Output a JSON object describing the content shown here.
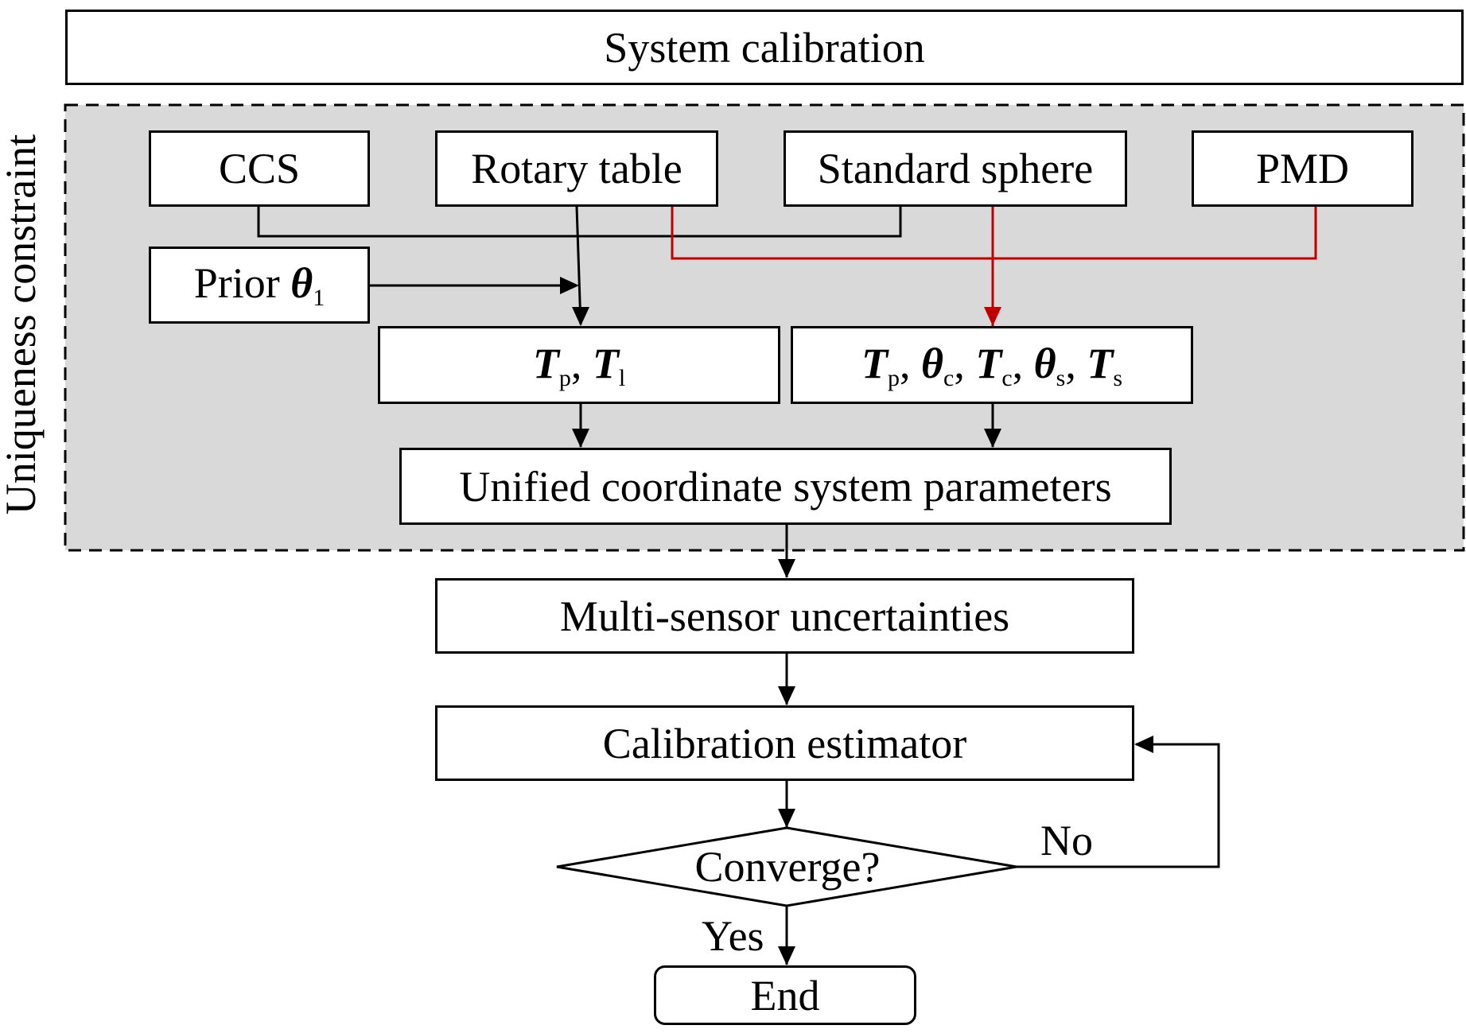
{
  "title": "System calibration",
  "side_label": "Uniqueness constraint",
  "sources": {
    "ccs": "CCS",
    "rotary_table": "Rotary table",
    "standard_sphere": "Standard sphere",
    "pmd": "PMD"
  },
  "prior": {
    "text": "Prior ",
    "symbol": "θ",
    "sub": "1"
  },
  "param_box_left": [
    {
      "sym": "T",
      "sub": "p",
      "sep": ", "
    },
    {
      "sym": "T",
      "sub": "l",
      "sep": ""
    }
  ],
  "param_box_right": [
    {
      "sym": "T",
      "sub": "p",
      "sep": ", "
    },
    {
      "sym": "θ",
      "sub": "c",
      "sep": ", "
    },
    {
      "sym": "T",
      "sub": "c",
      "sep": ", "
    },
    {
      "sym": "θ",
      "sub": "s",
      "sep": ", "
    },
    {
      "sym": "T",
      "sub": "s",
      "sep": ""
    }
  ],
  "unified": "Unified coordinate system parameters",
  "uncertainties": "Multi-sensor uncertainties",
  "estimator": "Calibration estimator",
  "decision": "Converge?",
  "no_label": "No",
  "yes_label": "Yes",
  "end": "End",
  "colors": {
    "red_link": "#c00000",
    "shaded_region": "#d9d9d9"
  }
}
